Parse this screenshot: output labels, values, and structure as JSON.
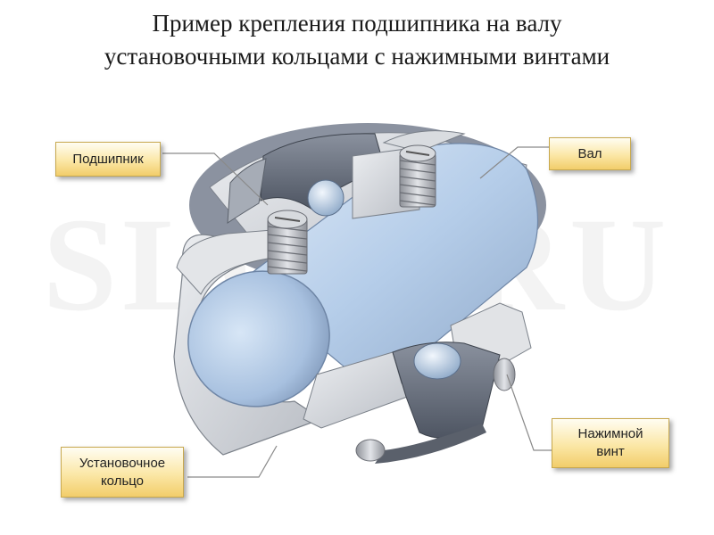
{
  "title": {
    "line1": "Пример крепления подшипника на валу",
    "line2": "установочными кольцами с нажимными винтами"
  },
  "watermark": "SLGD.RU",
  "labels": {
    "bearing": "Подшипник",
    "shaft": "Вал",
    "set_screw_line1": "Нажимной",
    "set_screw_line2": "винт",
    "ring_line1": "Установочное",
    "ring_line2": "кольцо"
  },
  "colors": {
    "label_fill_top": "#fffdf2",
    "label_fill_bottom": "#f2cd6a",
    "shaft": "#b7cfea",
    "ring": "#d5d8dc",
    "bearing_race": "#6d7482",
    "ball": "#b7d0ea"
  }
}
